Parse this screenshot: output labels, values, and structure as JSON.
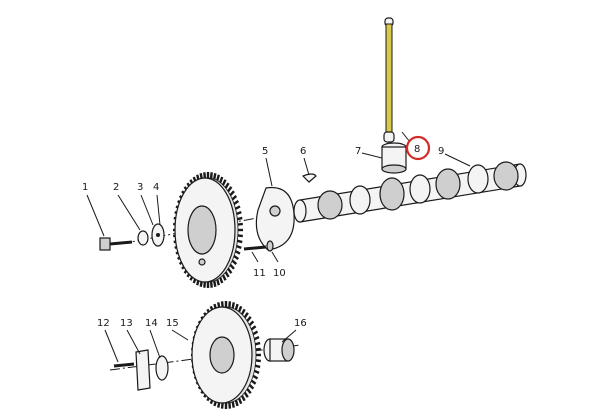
{
  "callouts": [
    {
      "id": "1",
      "label": "1"
    },
    {
      "id": "2",
      "label": "2"
    },
    {
      "id": "3",
      "label": "3"
    },
    {
      "id": "4",
      "label": "4"
    },
    {
      "id": "5",
      "label": "5"
    },
    {
      "id": "6",
      "label": "6"
    },
    {
      "id": "7",
      "label": "7"
    },
    {
      "id": "8",
      "label": "8",
      "highlighted": true
    },
    {
      "id": "9",
      "label": "9"
    },
    {
      "id": "10",
      "label": "10"
    },
    {
      "id": "11",
      "label": "11"
    },
    {
      "id": "12",
      "label": "12"
    },
    {
      "id": "13",
      "label": "13"
    },
    {
      "id": "14",
      "label": "14"
    },
    {
      "id": "15",
      "label": "15"
    },
    {
      "id": "16",
      "label": "16"
    }
  ],
  "colors": {
    "line": "#1a1a1a",
    "pushrod": "#d9c94a",
    "highlight_circle": "#d42a2a",
    "background": "#ffffff"
  }
}
